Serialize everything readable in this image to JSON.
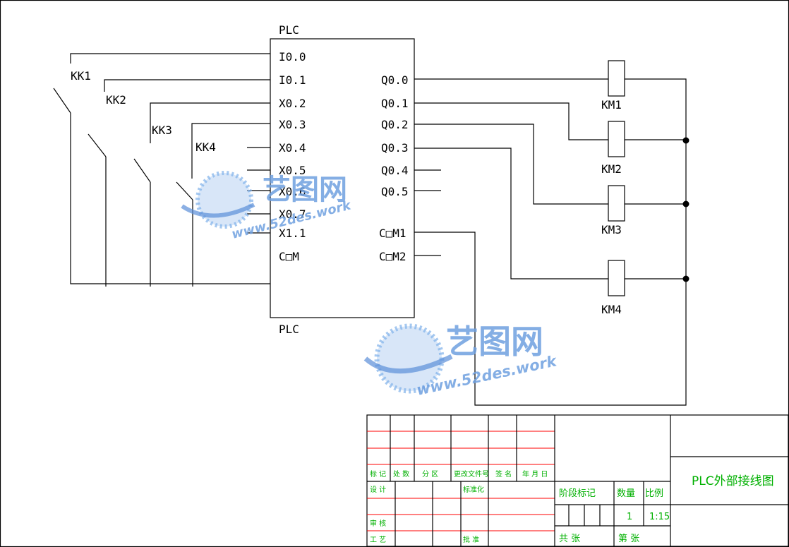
{
  "plc": {
    "label_top": "PLC",
    "label_bottom": "PLC"
  },
  "inputs": [
    "I0.0",
    "I0.1",
    "X0.2",
    "X0.3",
    "X0.4",
    "X0.5",
    "X0.6",
    "X0.7",
    "X1.1",
    "C□M"
  ],
  "outputs": [
    "Q0.0",
    "Q0.1",
    "Q0.2",
    "Q0.3",
    "Q0.4",
    "Q0.5",
    "C□M1",
    "C□M2"
  ],
  "switches": [
    "KK1",
    "KK2",
    "KK3",
    "KK4"
  ],
  "coils": [
    "KM1",
    "KM2",
    "KM3",
    "KM4"
  ],
  "watermark": {
    "brand": "艺图网",
    "url": "www.52des.work"
  },
  "title_block": {
    "title": "PLC外部接线图",
    "rev_headers": [
      "标 记",
      "处 数",
      "分 区",
      "更改文件号",
      "签 名",
      "年 月 日"
    ],
    "left_labels": [
      "设 计",
      "审 核",
      "工 艺"
    ],
    "mid_labels": [
      "标准化",
      "批 准"
    ],
    "stage_label": "阶段标记",
    "qty_label": "数量",
    "scale_label": "比例",
    "qty_value": "1",
    "scale_value": "1:15",
    "total_label": "共 张",
    "sheet_label": "第 张"
  }
}
